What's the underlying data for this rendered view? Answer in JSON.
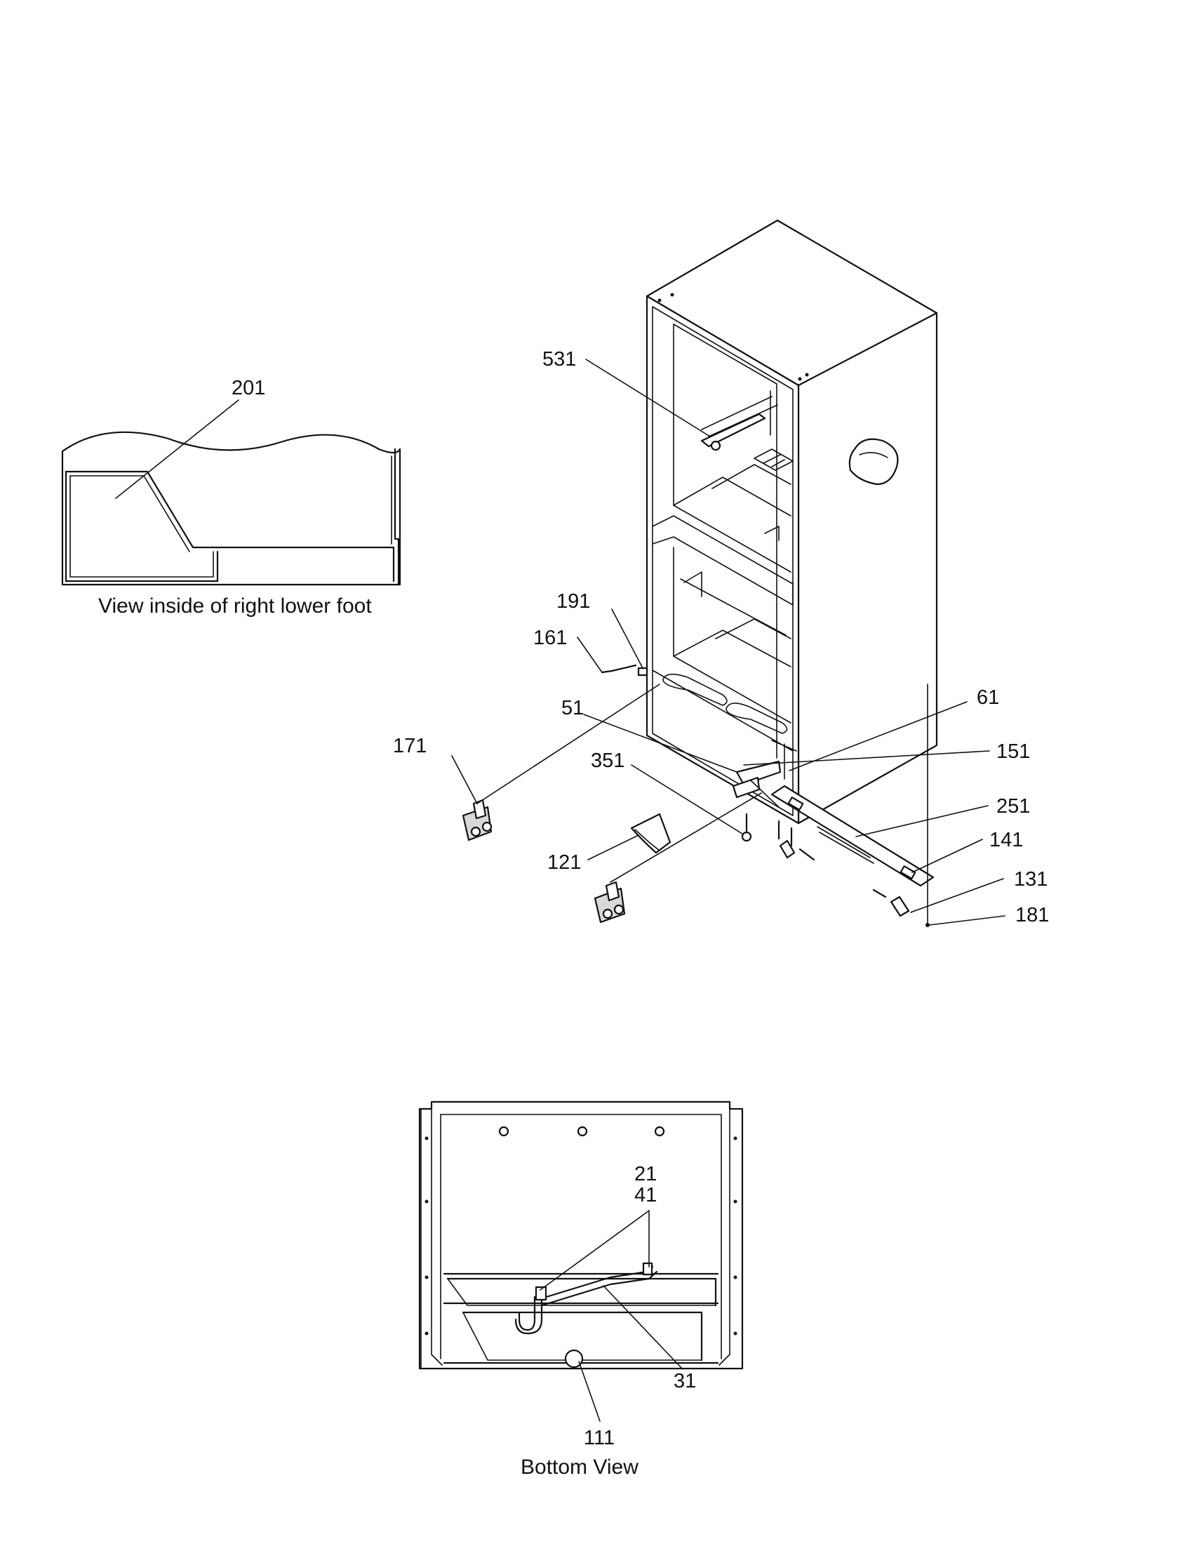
{
  "figure": {
    "inset_caption": "View inside of right lower foot",
    "bottom_caption": "Bottom View"
  },
  "callouts": {
    "c201": "201",
    "c531": "531",
    "c191": "191",
    "c161": "161",
    "c51": "51",
    "c61": "61",
    "c171": "171",
    "c151": "151",
    "c351": "351",
    "c251": "251",
    "c141": "141",
    "c121": "121",
    "c131": "131",
    "c181": "181",
    "c21": "21",
    "c41": "41",
    "c31": "31",
    "c111": "111"
  }
}
